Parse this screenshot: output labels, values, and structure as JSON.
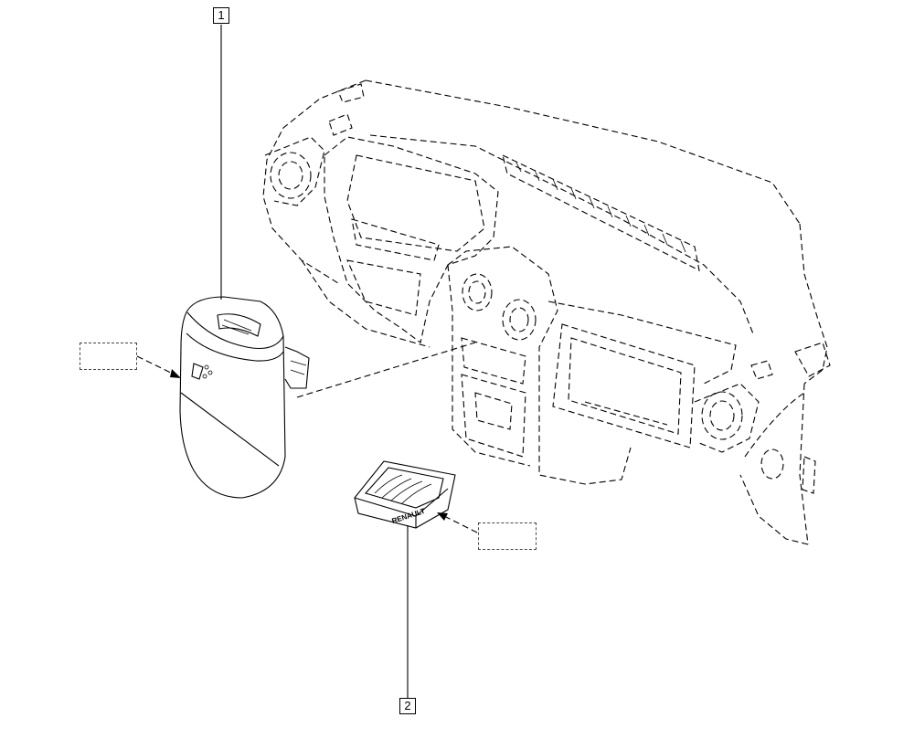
{
  "callouts": [
    {
      "label": "1"
    },
    {
      "label": "2"
    }
  ],
  "parts": {
    "part2_logo_text": "RENAULT"
  }
}
